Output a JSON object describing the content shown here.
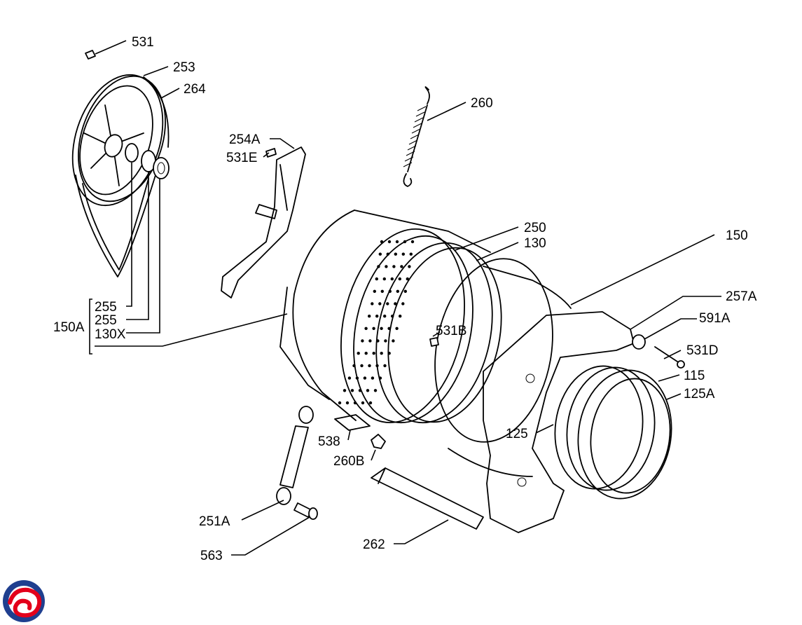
{
  "callouts": {
    "c531": "531",
    "c253": "253",
    "c264": "264",
    "c254a": "254A",
    "c531e": "531E",
    "c260": "260",
    "c250": "250",
    "c130": "130",
    "c150": "150",
    "c257a": "257A",
    "c591a": "591A",
    "c531b": "531B",
    "c531d": "531D",
    "c115": "115",
    "c125a": "125A",
    "c125": "125",
    "c150a": "150A",
    "c255_1": "255",
    "c255_2": "255",
    "c130x": "130X",
    "c538": "538",
    "c260b": "260B",
    "c251a": "251A",
    "c563": "563",
    "c262": "262"
  },
  "logo": {
    "colors": {
      "red": "#e3001b",
      "blue": "#1f3f8f"
    }
  }
}
